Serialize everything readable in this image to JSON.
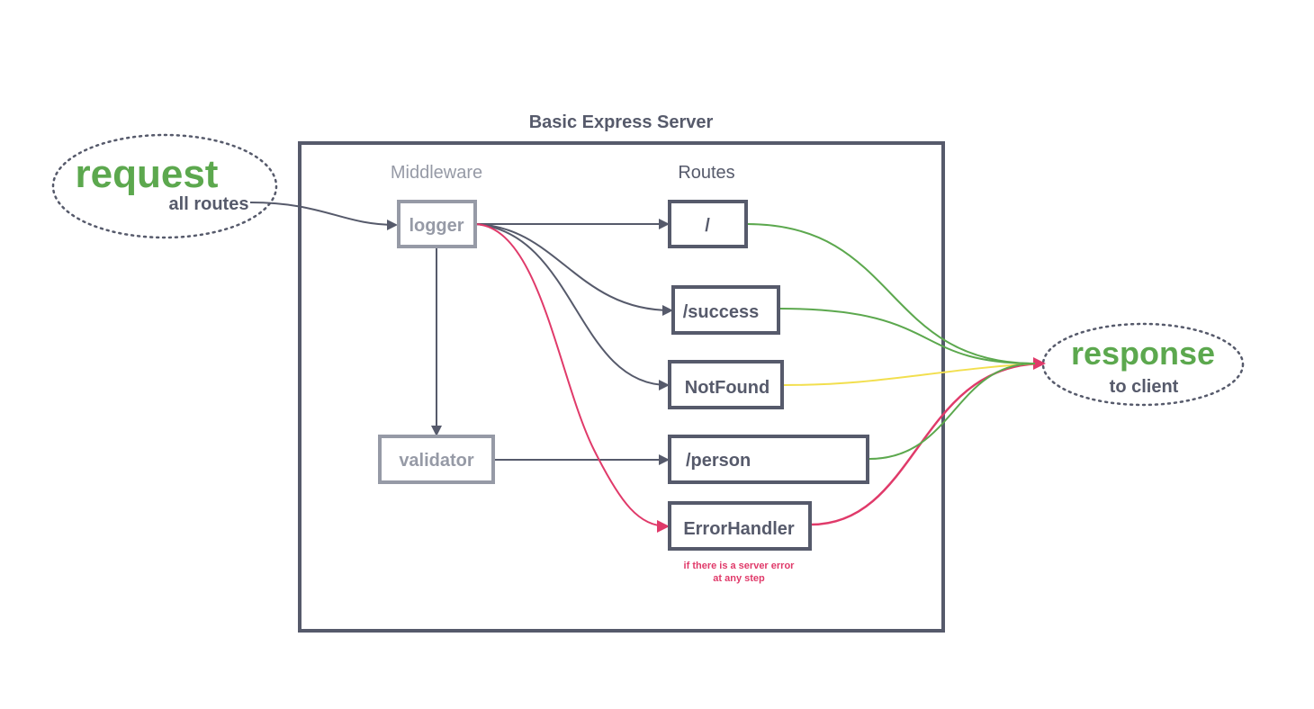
{
  "server": {
    "title": "Basic Express Server"
  },
  "columns": {
    "middleware": "Middleware",
    "routes": "Routes"
  },
  "request": {
    "title": "request",
    "subtitle": "all routes"
  },
  "response": {
    "title": "response",
    "subtitle": "to client"
  },
  "middleware": {
    "logger": "logger",
    "validator": "validator"
  },
  "routes": {
    "root": "/",
    "success": "/success",
    "notfound": "NotFound",
    "person": "/person",
    "error": "ErrorHandler"
  },
  "error_note": {
    "line1": "if there is a server error",
    "line2": "at any step"
  },
  "colors": {
    "dark": "#565a6b",
    "muted": "#969aa6",
    "green": "#5ca84e",
    "yellow": "#f2df4e",
    "red": "#e03a6a"
  }
}
